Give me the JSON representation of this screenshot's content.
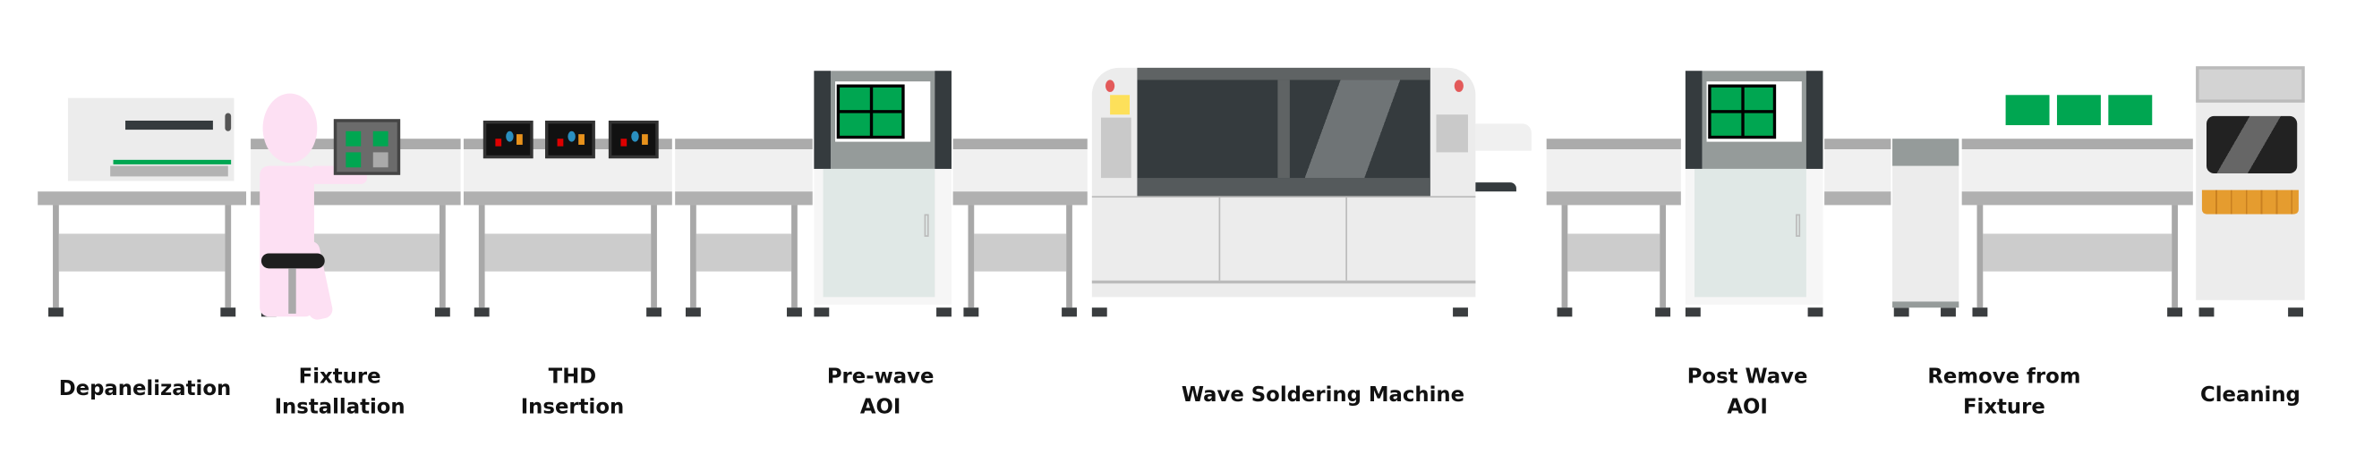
{
  "title": "Wave soldering process flow",
  "stages": [
    {
      "id": "depanelization",
      "lines": [
        "Depanelization"
      ]
    },
    {
      "id": "fixture-installation",
      "lines": [
        "Fixture",
        "Installation"
      ]
    },
    {
      "id": "thd-insertion",
      "lines": [
        "THD",
        "Insertion"
      ]
    },
    {
      "id": "pre-wave-aoi",
      "lines": [
        "Pre-wave",
        "AOI"
      ]
    },
    {
      "id": "wave-soldering-machine",
      "lines": [
        "Wave Soldering Machine"
      ]
    },
    {
      "id": "post-wave-aoi",
      "lines": [
        "Post Wave",
        "AOI"
      ]
    },
    {
      "id": "remove-from-fixture",
      "lines": [
        "Remove from",
        "Fixture"
      ]
    },
    {
      "id": "cleaning",
      "lines": [
        "Cleaning"
      ]
    }
  ],
  "colors": {
    "pcb_green": "#00a651",
    "machine_dark": "#353b3e",
    "operator_pink": "#fde0f3",
    "rail_gray": "#ababab",
    "cleaning_orange": "#e59c2f"
  }
}
